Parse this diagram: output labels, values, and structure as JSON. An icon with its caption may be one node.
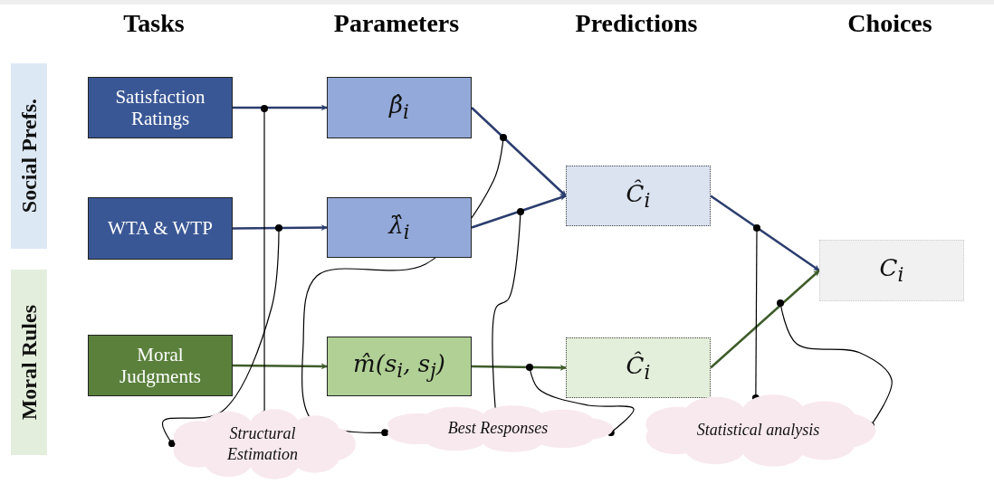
{
  "diagram": {
    "nodes": [
      {
        "text": [
          "Social Prefs."
        ]
      },
      {
        "text": [
          "Moral Rules"
        ]
      },
      {
        "text": [
          "Satisfaction Ratings"
        ]
      },
      {
        "text": [
          "WTA & WTP"
        ]
      },
      {
        "text": [
          "Moral Judgments"
        ]
      },
      {
        "text": [
          "β̂$_{i}$"
        ]
      },
      {
        "text": [
          "λ̂$_{i}$"
        ]
      },
      {
        "text": [
          "m̂(s$_{i}$, s$_{j}$)"
        ]
      },
      {
        "text": [
          "Ĉ$_{i}$"
        ]
      },
      {
        "text": [
          "Ĉ$_{i}$"
        ]
      },
      {
        "text": [
          "C$_{i}$"
        ]
      },
      {
        "text": [
          "Structural Estimation"
        ]
      },
      {
        "text": [
          "Best Responses"
        ]
      },
      {
        "text": [
          "Statistical analysis"
        ]
      }
    ],
    "edges": [
      {
        "from": 2,
        "to": 5,
        "arrow": "to",
        "color": "#2b3d6e"
      },
      {
        "from": 3,
        "to": 6,
        "arrow": "to",
        "color": "#2b3d6e"
      },
      {
        "from": 4,
        "to": 7,
        "arrow": "to",
        "color": "#3e5c2a"
      },
      {
        "from": 5,
        "to": 8,
        "arrow": "to",
        "color": "#2b3d6e"
      },
      {
        "from": 6,
        "to": 8,
        "arrow": "to",
        "color": "#2b3d6e"
      },
      {
        "from": 7,
        "to": 9,
        "arrow": "to",
        "color": "#3e5c2a"
      },
      {
        "from": 8,
        "to": 10,
        "arrow": "to",
        "color": "#2b3d6e"
      },
      {
        "from": 9,
        "to": 10,
        "arrow": "to",
        "color": "#3e5c2a"
      },
      {
        "from": 11,
        "to": null,
        "arrow": "other"
      },
      {
        "from": 11,
        "to": null,
        "arrow": "other"
      },
      {
        "from": 12,
        "to": null,
        "arrow": "other"
      },
      {
        "from": 12,
        "to": null,
        "arrow": "other"
      },
      {
        "from": 12,
        "to": null,
        "arrow": "other"
      },
      {
        "from": 13,
        "to": null,
        "arrow": "other"
      },
      {
        "from": 13,
        "to": null,
        "arrow": "other"
      }
    ],
    "labels": [
      "Tasks",
      "Parameters",
      "Predictions",
      "Choices"
    ]
  }
}
